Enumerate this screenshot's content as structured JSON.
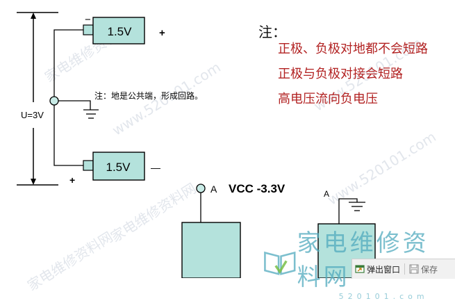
{
  "battery_top": {
    "label": "1.5V",
    "minus": "−",
    "plus": "+"
  },
  "battery_bottom": {
    "label": "1.5V",
    "minus": "—",
    "plus": "+"
  },
  "voltage_label": "U=3V",
  "ground_note": "注：地是公共端，形成回路。",
  "notes": {
    "title": "注：",
    "lines": [
      "正极、负极对地都不会短路",
      "正极与负极对接会短路",
      "高电压流向负电压"
    ]
  },
  "vcc": {
    "node_label": "A",
    "value_label": "VCC -3.3V"
  },
  "ground_node_label": "A",
  "watermark": {
    "logo_text": "家电维修资料网",
    "url": "www.520101.com",
    "site": "家电维修资料网",
    "bottom_url": "520101.com"
  },
  "toolbar": {
    "popup_label": "弹出窗口",
    "save_label": "保存"
  },
  "colors": {
    "component_fill": "#b4e2dc",
    "note_red": "#b22222",
    "line": "#000000"
  }
}
